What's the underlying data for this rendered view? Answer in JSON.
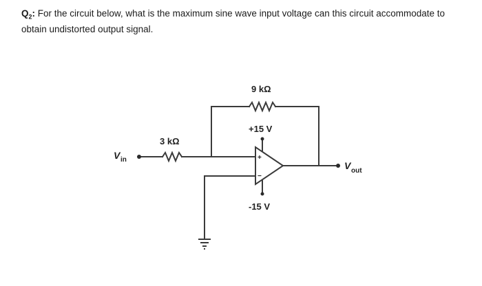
{
  "question": {
    "label": "Q",
    "label_subscript": "2",
    "label_suffix": ": ",
    "text": "For the circuit below, what is the maximum sine wave input voltage can this circuit accommodate to obtain undistorted output signal."
  },
  "circuit": {
    "feedback_resistor_label": "9 kΩ",
    "input_resistor_label": "3 kΩ",
    "positive_supply_label": "+15 V",
    "negative_supply_label": "-15 V",
    "input_label_main": "V",
    "input_label_sub": "in",
    "output_label_main": "V",
    "output_label_sub": "out",
    "inverting_sign": "+",
    "noninverting_sign": "−"
  }
}
